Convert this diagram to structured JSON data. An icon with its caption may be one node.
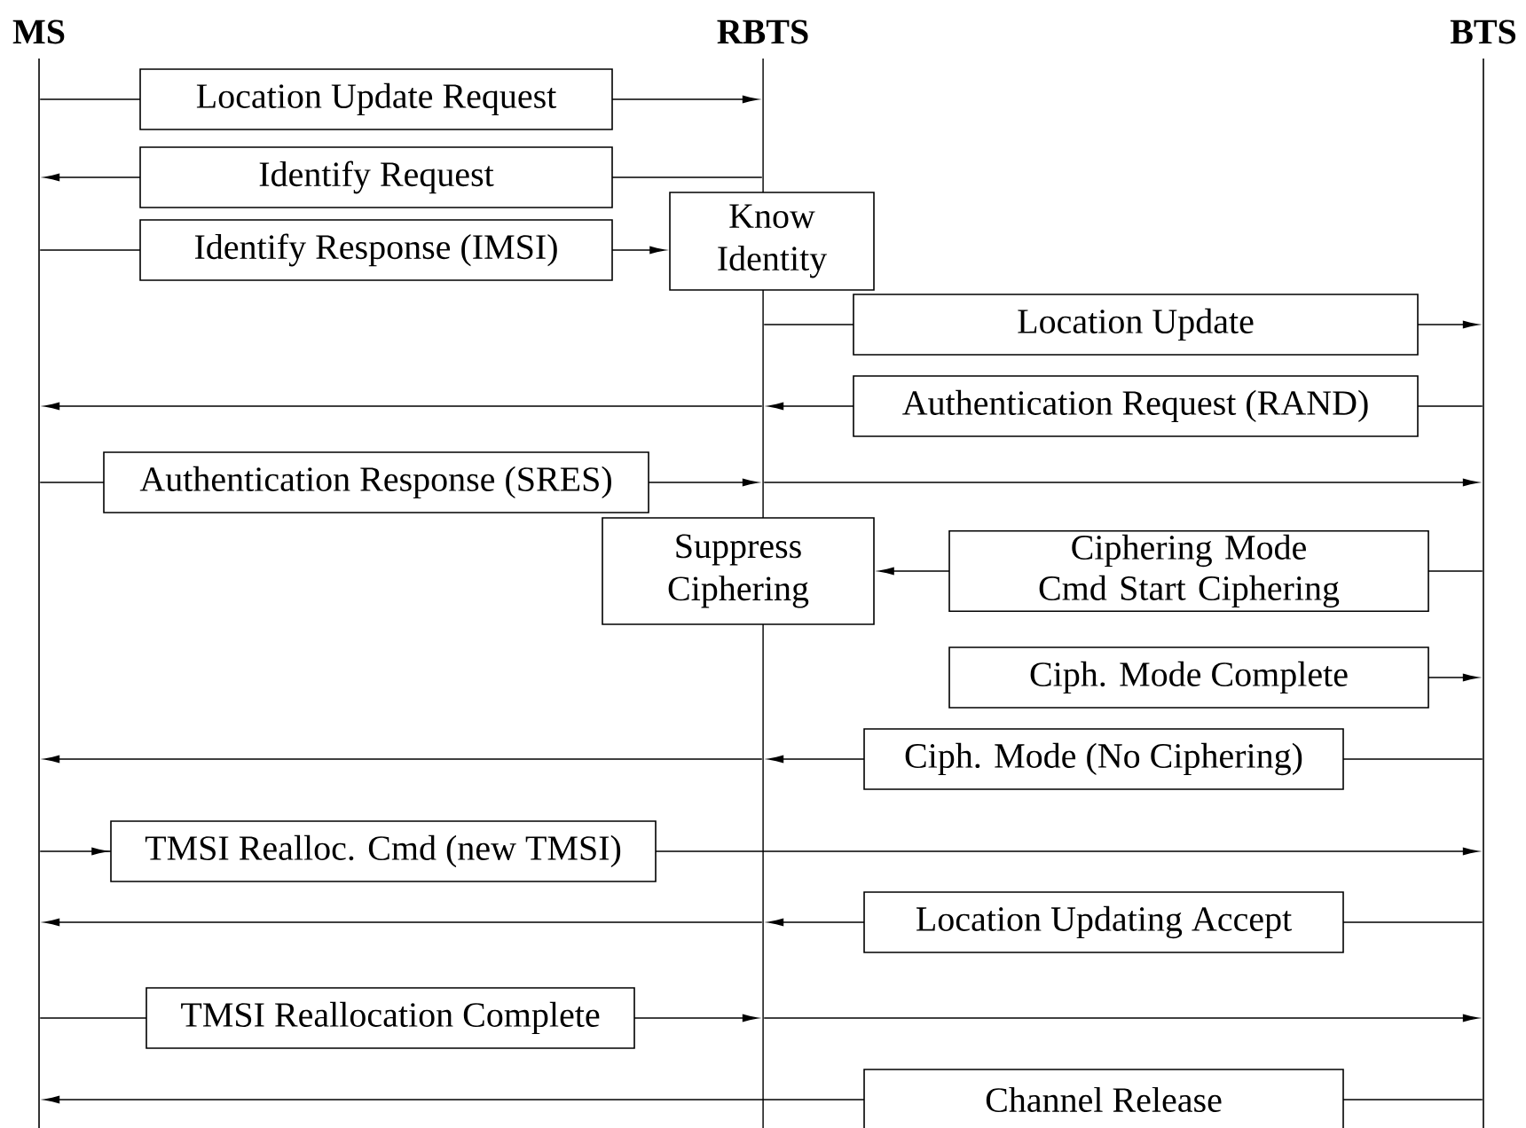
{
  "diagram": {
    "nodes": [
      {
        "text": [],
        "shape": "bar",
        "beside": [
          "MS"
        ]
      },
      {
        "text": [],
        "shape": "bar",
        "beside": [
          "RBTS"
        ]
      },
      {
        "text": [],
        "shape": "bar",
        "beside": [
          "BTS"
        ]
      },
      {
        "text": [
          "Know Identity"
        ]
      },
      {
        "text": [
          "Suppress Ciphering"
        ]
      }
    ],
    "edges": [
      {
        "from": 0,
        "to": 1,
        "arrow": "to",
        "label": "Location Update Request"
      },
      {
        "from": 1,
        "to": 0,
        "arrow": "to",
        "label": "Identify Request"
      },
      {
        "from": 0,
        "to": 3,
        "arrow": "to",
        "label": "Identify Response (IMSI)"
      },
      {
        "from": 1,
        "to": 2,
        "arrow": "to",
        "label": "Location Update"
      },
      {
        "from": 2,
        "to": 1,
        "arrow": "to",
        "label": "Authentication Request (RAND)"
      },
      {
        "from": 1,
        "to": 0,
        "arrow": "to"
      },
      {
        "from": 0,
        "to": 1,
        "arrow": "to",
        "label": "Authentication Response (SRES)"
      },
      {
        "from": 1,
        "to": 2,
        "arrow": "to"
      },
      {
        "from": 2,
        "to": 4,
        "arrow": "to",
        "label": "Ciphering Mode Cmd Start Ciphering"
      },
      {
        "from": null,
        "to": 2,
        "arrow": "to",
        "label": "Ciph. Mode Complete"
      },
      {
        "from": 2,
        "to": 1,
        "arrow": "to",
        "label": "Ciph. Mode (No Ciphering)"
      },
      {
        "from": 1,
        "to": 0,
        "arrow": "to"
      },
      {
        "from": 0,
        "to": 2,
        "arrow": "to",
        "label": "TMSI Realloc. Cmd (new TMSI)"
      },
      {
        "from": 2,
        "to": 1,
        "arrow": "to",
        "label": "Location Updating Accept"
      },
      {
        "from": 1,
        "to": 0,
        "arrow": "to"
      },
      {
        "from": 0,
        "to": 1,
        "arrow": "to",
        "label": "TMSI Reallocation Complete"
      },
      {
        "from": 1,
        "to": 2,
        "arrow": "to"
      },
      {
        "from": 2,
        "to": 0,
        "arrow": "to",
        "label": "Channel Release"
      }
    ]
  }
}
